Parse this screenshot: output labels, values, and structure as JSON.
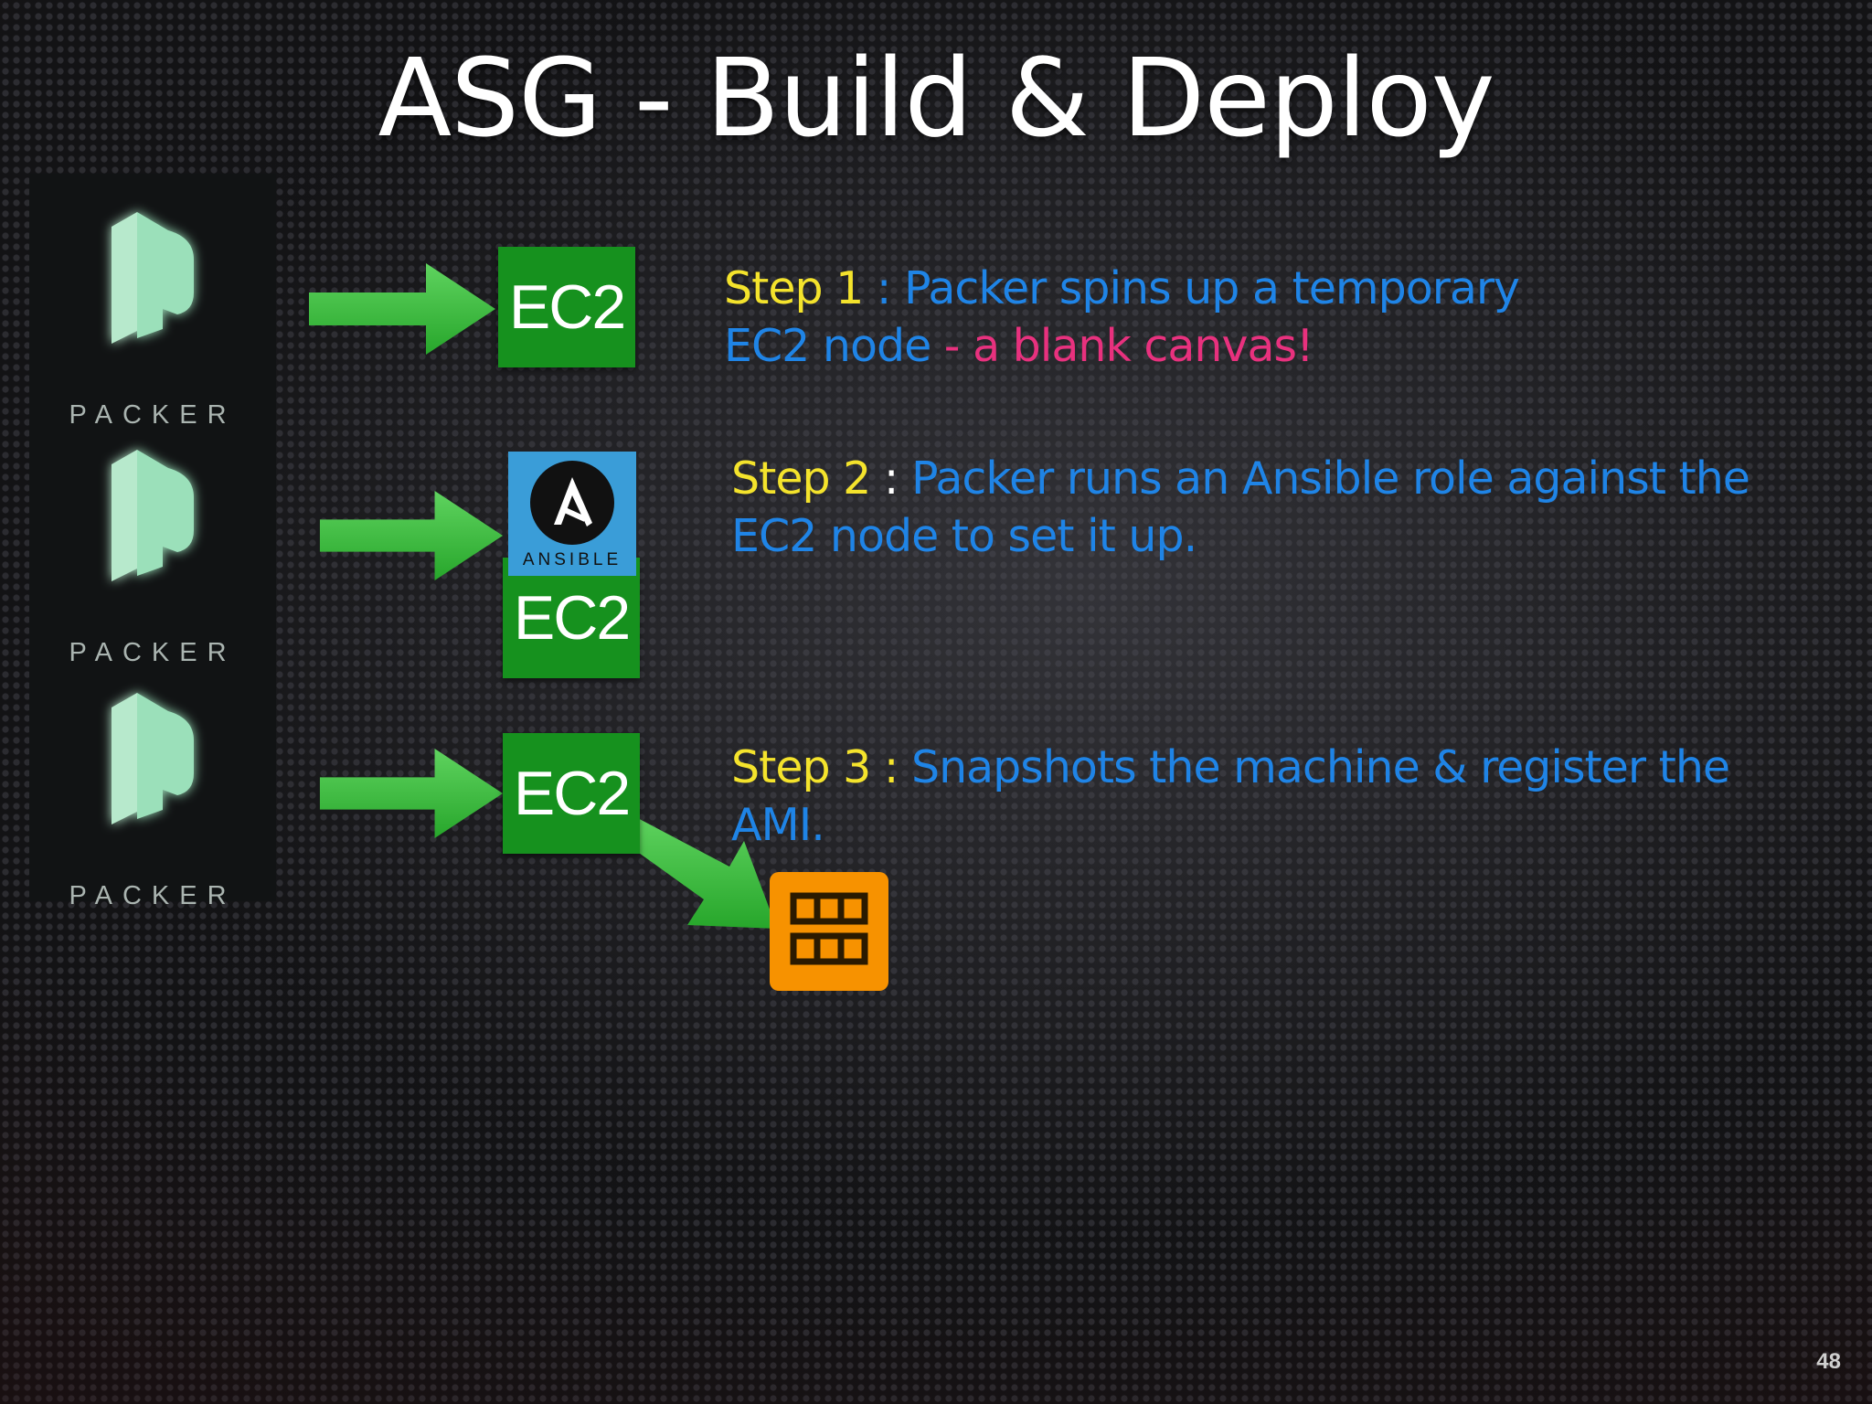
{
  "slide": {
    "title": "ASG - Build & Deploy",
    "page_number": "48"
  },
  "packer": {
    "label": "PACKER",
    "instances": 3
  },
  "nodes": {
    "ec2_label": "EC2",
    "ansible_label": "ANSIBLE"
  },
  "steps": [
    {
      "prefix": "Step 1",
      "separator": " : ",
      "text": "Packer spins up a temporary EC2 node",
      "dash": " - ",
      "highlight": "a blank canvas!"
    },
    {
      "prefix": "Step 2",
      "separator": " : ",
      "text": "Packer runs an Ansible role against the EC2 node to set it up."
    },
    {
      "prefix": "Step 3",
      "separator": " : ",
      "text": "Snapshots the machine & register the AMI."
    }
  ],
  "colors": {
    "step_prefix": "#f4e32c",
    "step_text": "#1f84e6",
    "highlight": "#e8317e",
    "ec2": "#16911e",
    "ami": "#f79200",
    "arrow": "#3bbf3f"
  },
  "icons": [
    "packer-logo-icon",
    "arrow-right-icon",
    "ansible-logo-icon",
    "ami-icon"
  ]
}
